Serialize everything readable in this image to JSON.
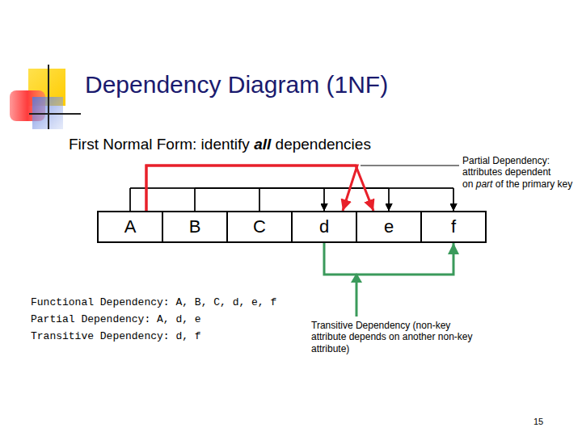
{
  "diagram": {
    "title": "Dependency Diagram (1NF)",
    "nodes": [
      {
        "text": [
          "A"
        ]
      },
      {
        "text": [
          "B"
        ]
      },
      {
        "text": [
          "C"
        ]
      },
      {
        "text": [
          "d"
        ]
      },
      {
        "text": [
          "e"
        ]
      },
      {
        "text": [
          "f"
        ]
      }
    ],
    "edges": [
      {
        "from": 0,
        "to": 3,
        "arrow": "to"
      },
      {
        "from": 0,
        "to": 4,
        "arrow": "to"
      },
      {
        "from": 0,
        "to": 5,
        "arrow": "to"
      },
      {
        "from": 1,
        "to": 3,
        "arrow": "to"
      },
      {
        "from": 1,
        "to": 4,
        "arrow": "to"
      },
      {
        "from": 1,
        "to": 5,
        "arrow": "to"
      },
      {
        "from": 2,
        "to": 3,
        "arrow": "to"
      },
      {
        "from": 2,
        "to": 4,
        "arrow": "to"
      },
      {
        "from": 2,
        "to": 5,
        "arrow": "to"
      },
      {
        "from": 0,
        "to": 3,
        "arrow": "to"
      },
      {
        "from": 0,
        "to": 4,
        "arrow": "to"
      },
      {
        "from": 3,
        "to": 5,
        "arrow": "to"
      }
    ],
    "labels": [
      "First Normal Form: identify",
      "all",
      "dependencies",
      "Partial Dependency: attributes dependent on",
      "part",
      "of the primary key",
      "Functional Dependency: A, B, C, d, e, f",
      "Partial Dependency: A, d, e",
      "Transitive Dependency: d, f",
      "Transitive Dependency (non-key attribute depends on another non-key attribute)",
      "15"
    ]
  }
}
